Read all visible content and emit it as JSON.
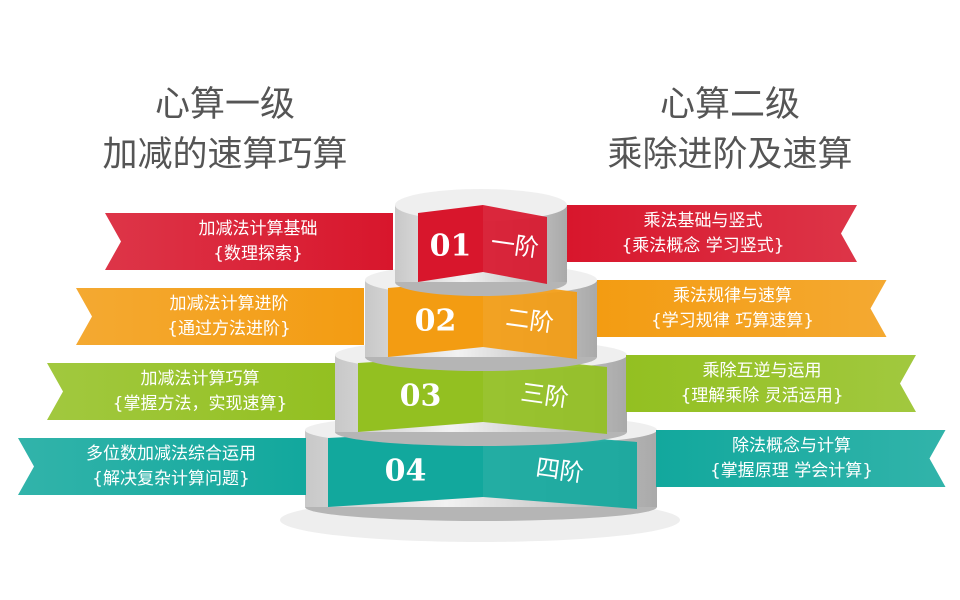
{
  "left_title": {
    "line1": "心算一级",
    "line2": "加减的速算巧算"
  },
  "right_title": {
    "line1": "心算二级",
    "line2": "乘除进阶及速算"
  },
  "colors": [
    "#d8162c",
    "#f39c12",
    "#93c021",
    "#12a89d"
  ],
  "tiers": [
    {
      "number": "01",
      "stage": "一阶",
      "left": {
        "title": "加减法计算基础",
        "sub": "{数理探索}"
      },
      "right": {
        "title": "乘法基础与竖式",
        "sub": "{乘法概念  学习竖式}"
      }
    },
    {
      "number": "02",
      "stage": "二阶",
      "left": {
        "title": "加减法计算进阶",
        "sub": "{通过方法进阶}"
      },
      "right": {
        "title": "乘法规律与速算",
        "sub": "{学习规律  巧算速算}"
      }
    },
    {
      "number": "03",
      "stage": "三阶",
      "left": {
        "title": "加减法计算巧算",
        "sub": "{掌握方法，实现速算}"
      },
      "right": {
        "title": "乘除互逆与运用",
        "sub": "{理解乘除  灵活运用}"
      }
    },
    {
      "number": "04",
      "stage": "四阶",
      "left": {
        "title": "多位数加减法综合运用",
        "sub": "{解决复杂计算问题}"
      },
      "right": {
        "title": "除法概念与计算",
        "sub": "{掌握原理  学会计算}"
      }
    }
  ]
}
